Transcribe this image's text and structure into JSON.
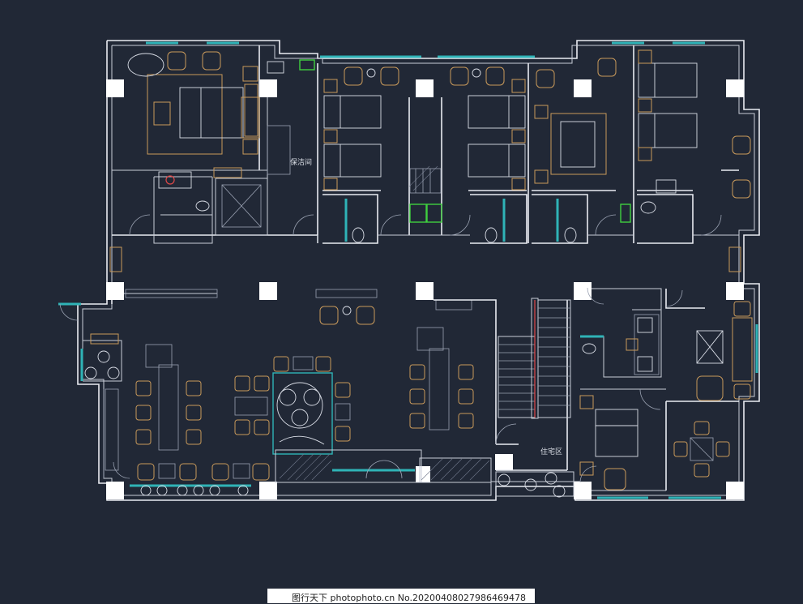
{
  "labels": {
    "room_left": "保洁间",
    "room_right": "住宅区"
  },
  "watermark": {
    "text": "图行天下 photophoto.cn   No.20200408027986469478"
  },
  "colors": {
    "background": "#212836",
    "walls": "#e9ecf2",
    "furniture": "#c99a5b",
    "glass": "#2fb3b7",
    "fixtures_green": "#3fcf3f"
  }
}
